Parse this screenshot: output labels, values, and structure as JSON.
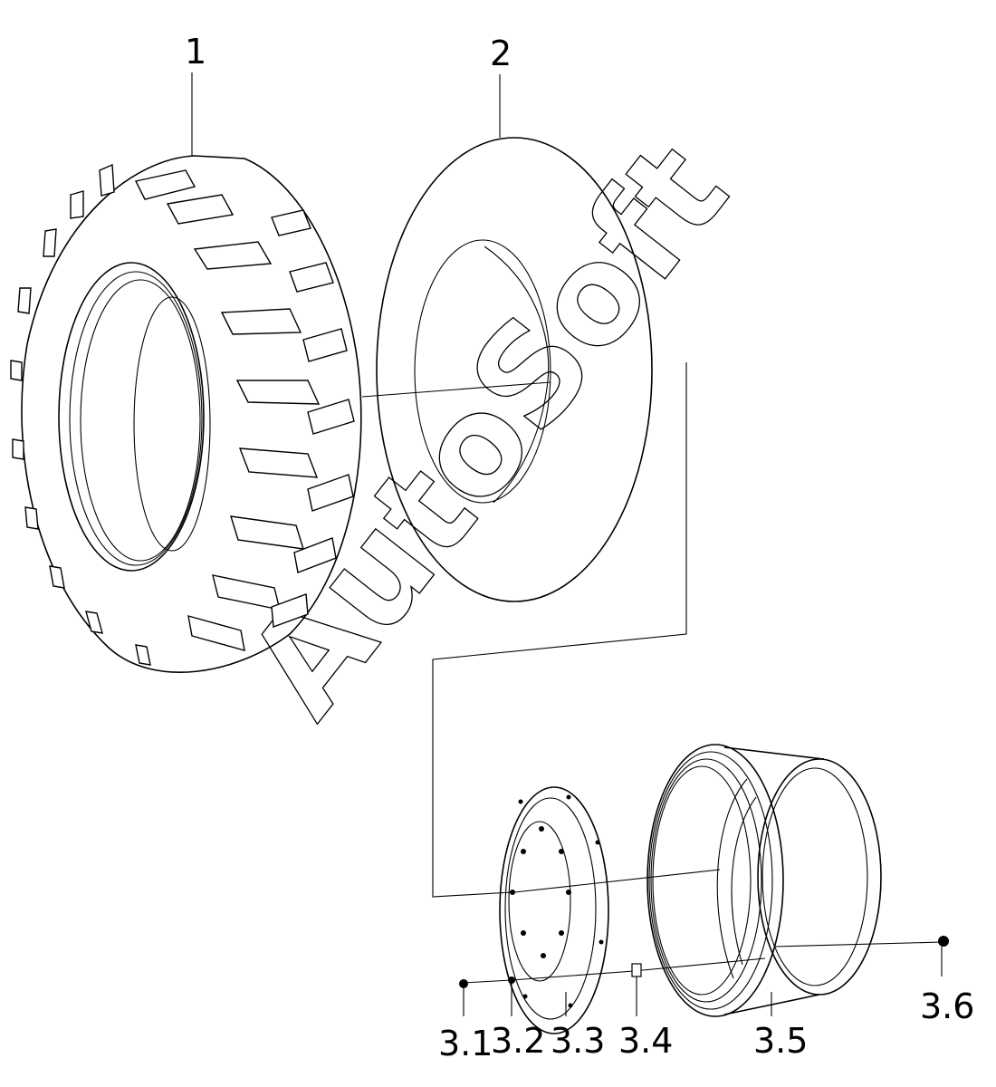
{
  "callouts": {
    "tyre": "1",
    "inner_tube": "2",
    "p3_1": "3.1",
    "p3_2": "3.2",
    "p3_3": "3.3",
    "p3_4": "3.4",
    "p3_5": "3.5",
    "p3_6": "3.6"
  },
  "watermark": {
    "text": "AutoSoft"
  },
  "colors": {
    "line": "#000000",
    "background": "#ffffff"
  }
}
